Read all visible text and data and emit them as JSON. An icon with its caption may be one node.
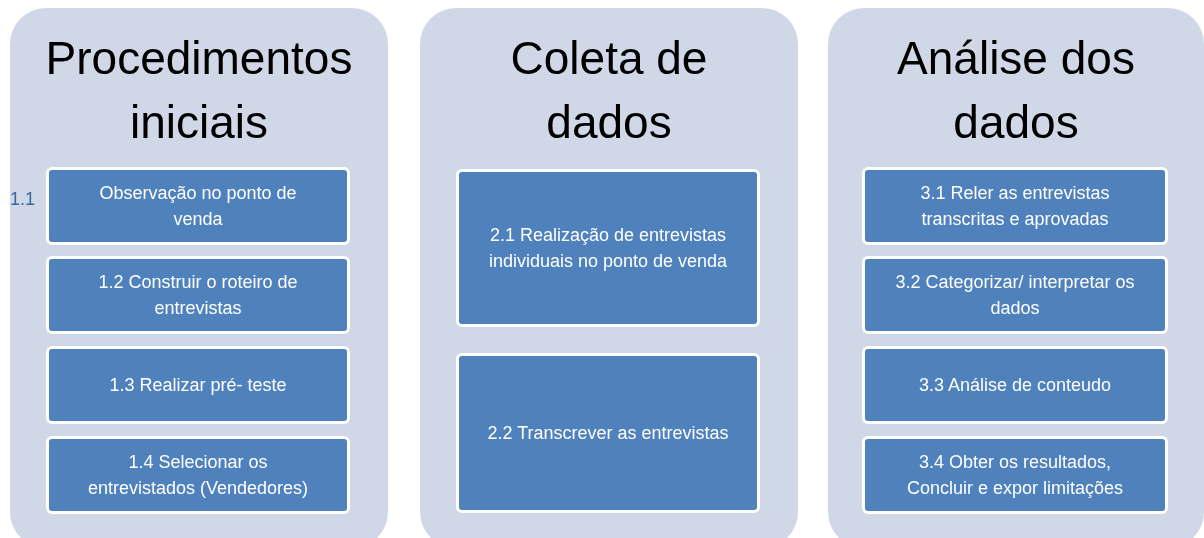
{
  "diagram": {
    "nodes": [
      {
        "text": [
          "Procedimentos iniciais"
        ]
      },
      {
        "text": [
          "Observação no ponto de venda"
        ],
        "in": 0,
        "beside": [
          "1.1"
        ]
      },
      {
        "text": [
          "1.2 Construir o roteiro de entrevistas"
        ],
        "in": 0
      },
      {
        "text": [
          "1.3 Realizar pré- teste"
        ],
        "in": 0
      },
      {
        "text": [
          "1.4 Selecionar os entrevistados (Vendedores)"
        ],
        "in": 0
      },
      {
        "text": [
          "Coleta de dados"
        ]
      },
      {
        "text": [
          "2.1 Realização de entrevistas individuais no ponto de venda"
        ],
        "in": 5
      },
      {
        "text": [
          "2.2 Transcrever as entrevistas"
        ],
        "in": 5
      },
      {
        "text": [
          "Análise dos dados"
        ]
      },
      {
        "text": [
          "3.1 Reler as entrevistas transcritas e aprovadas"
        ],
        "in": 8
      },
      {
        "text": [
          "3.2  Categorizar/ interpretar os dados"
        ],
        "in": 8
      },
      {
        "text": [
          "3.3 Análise de conteudo"
        ],
        "in": 8
      },
      {
        "text": [
          "3.4 Obter os resultados, Concluir e expor limitações"
        ],
        "in": 8
      }
    ]
  }
}
